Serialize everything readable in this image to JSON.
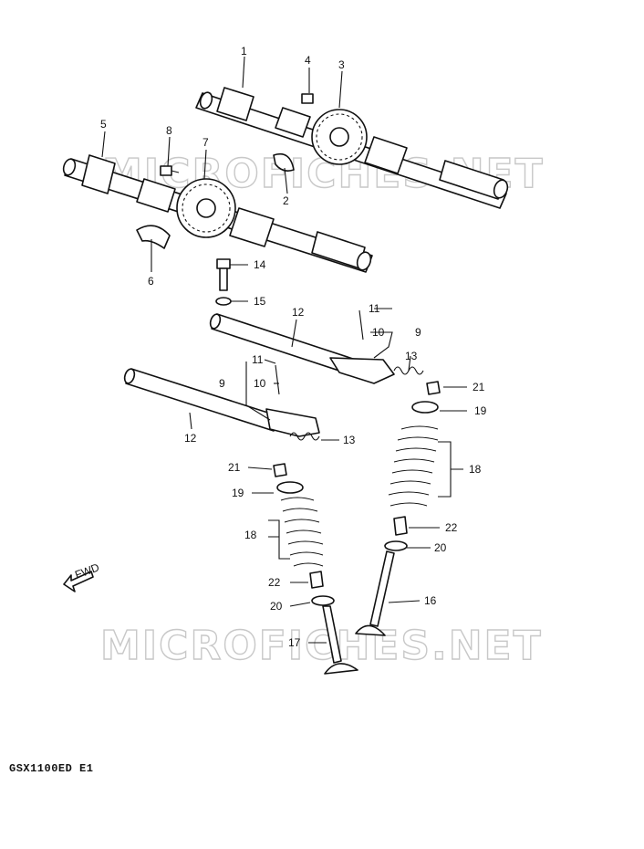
{
  "watermark": "MICROFICHES.NET",
  "footer_code": "GSX1100ED E1",
  "part_numbers": [
    "1",
    "2",
    "3",
    "4",
    "5",
    "6",
    "7",
    "8",
    "9",
    "10",
    "11",
    "12",
    "13",
    "14",
    "15",
    "16",
    "17",
    "18",
    "19",
    "20",
    "21",
    "22"
  ],
  "labels": [
    {
      "id": "1",
      "text": "1"
    },
    {
      "id": "2",
      "text": "2"
    },
    {
      "id": "3",
      "text": "3"
    },
    {
      "id": "4",
      "text": "4"
    },
    {
      "id": "5",
      "text": "5"
    },
    {
      "id": "6",
      "text": "6"
    },
    {
      "id": "7",
      "text": "7"
    },
    {
      "id": "8",
      "text": "8"
    },
    {
      "id": "9a",
      "text": "9"
    },
    {
      "id": "9b",
      "text": "9"
    },
    {
      "id": "10a",
      "text": "10"
    },
    {
      "id": "10b",
      "text": "10"
    },
    {
      "id": "11a",
      "text": "11"
    },
    {
      "id": "11b",
      "text": "11"
    },
    {
      "id": "12a",
      "text": "12"
    },
    {
      "id": "12b",
      "text": "12"
    },
    {
      "id": "13a",
      "text": "13"
    },
    {
      "id": "13b",
      "text": "13"
    },
    {
      "id": "14",
      "text": "14"
    },
    {
      "id": "15",
      "text": "15"
    },
    {
      "id": "16",
      "text": "16"
    },
    {
      "id": "17",
      "text": "17"
    },
    {
      "id": "18a",
      "text": "18"
    },
    {
      "id": "18b",
      "text": "18"
    },
    {
      "id": "19a",
      "text": "19"
    },
    {
      "id": "19b",
      "text": "19"
    },
    {
      "id": "20a",
      "text": "20"
    },
    {
      "id": "20b",
      "text": "20"
    },
    {
      "id": "21a",
      "text": "21"
    },
    {
      "id": "21b",
      "text": "21"
    },
    {
      "id": "22a",
      "text": "22"
    },
    {
      "id": "22b",
      "text": "22"
    }
  ],
  "fwd_label": "FWD"
}
